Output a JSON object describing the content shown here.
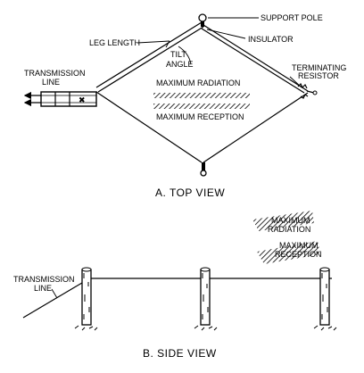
{
  "top_view": {
    "caption": "A.  TOP VIEW",
    "labels": {
      "support_pole": "SUPPORT POLE",
      "insulator": "INSULATOR",
      "leg_length": "LEG LENGTH",
      "tilt": "TILT",
      "angle": "ANGLE",
      "transmission_line_1": "TRANSMISSION",
      "transmission_line_2": "LINE",
      "terminating_1": "TERMINATING",
      "terminating_2": "RESISTOR",
      "max_radiation": "MAXIMUM RADIATION",
      "max_reception": "MAXIMUM RECEPTION"
    }
  },
  "side_view": {
    "caption": "B.  SIDE VIEW",
    "labels": {
      "max_radiation_1": "MAXIMUM",
      "max_radiation_2": "RADIATION",
      "max_reception_1": "MAXIMUM",
      "max_reception_2": "RECEPTION",
      "transmission_line_1": "TRANSMISSION",
      "transmission_line_2": "LINE"
    }
  },
  "colors": {
    "ink": "#000000",
    "paper": "#ffffff"
  }
}
